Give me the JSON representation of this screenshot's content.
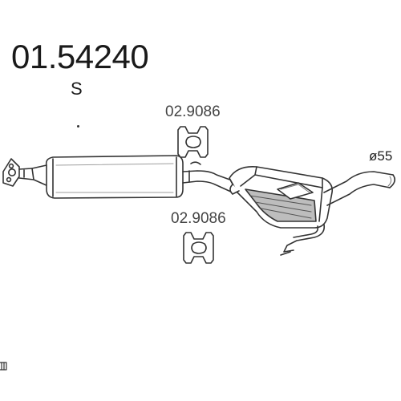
{
  "diagram": {
    "part_number": "01.54240",
    "suffix": "S",
    "hanger_top": {
      "code": "02.9086"
    },
    "hanger_bottom": {
      "code": "02.9086"
    },
    "tailpipe_diameter": "ø55"
  },
  "colors": {
    "line": "#333333",
    "shade": "#bdbdbd",
    "text": "#222222"
  },
  "icons": [
    "flange-icon",
    "hanger-icon",
    "muffler-icon",
    "tailpipe-icon",
    "bracket-icon"
  ]
}
